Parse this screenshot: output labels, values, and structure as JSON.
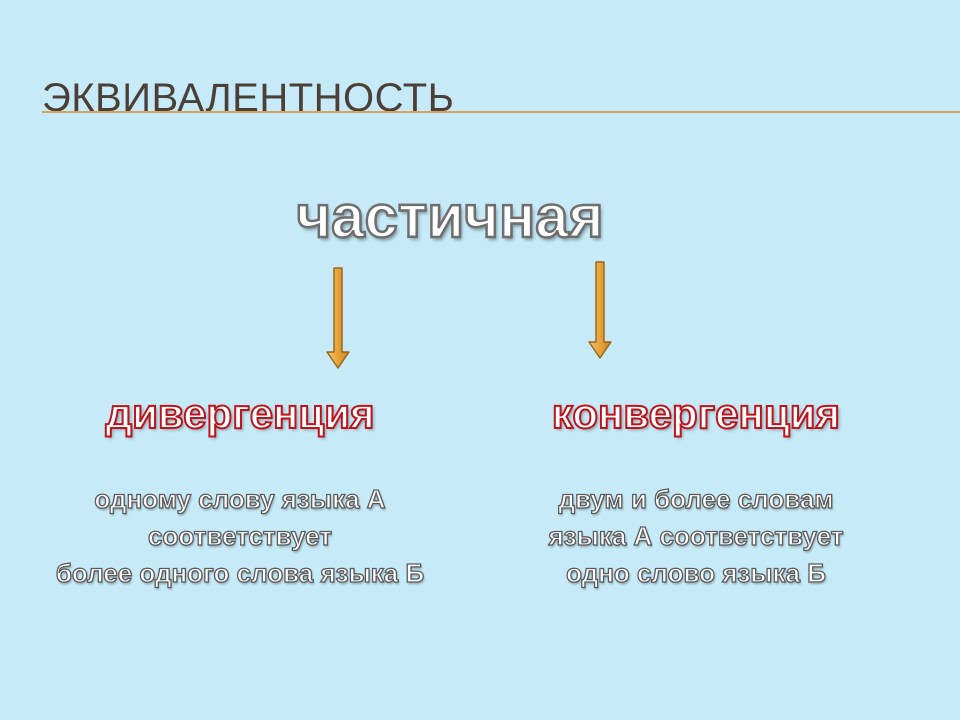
{
  "slide": {
    "title": "ЭКВИВАЛЕНТНОСТЬ",
    "main_term": "частичная",
    "left": {
      "term": "дивергенция",
      "lines": [
        "одному слову языка А",
        "соответствует",
        "более одного слова языка Б"
      ]
    },
    "right": {
      "term": "конвергенция",
      "lines": [
        "двум и более словам",
        "языка А соответствует",
        "одно слово языка Б"
      ]
    }
  },
  "colors": {
    "background": "#c6eaf8",
    "title_text": "#4a4038",
    "title_rule": "#d9a35a",
    "arrow_fill": "#e8a33a",
    "term_outline": "#c0131a",
    "text_outline": "#5a5a5a"
  },
  "icons": {
    "left_arrow": "arrow-down-icon",
    "right_arrow": "arrow-down-icon"
  }
}
